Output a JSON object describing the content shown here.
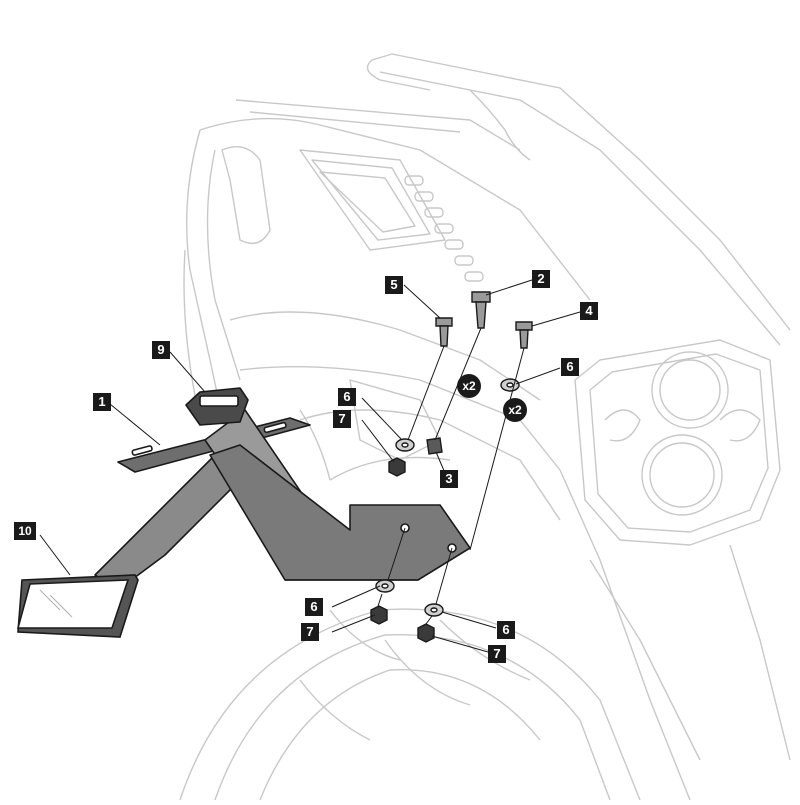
{
  "diagram": {
    "part_callouts": {
      "c1": "1",
      "c2": "2",
      "c3": "3",
      "c4": "4",
      "c5": "5",
      "c6a": "6",
      "c6b": "6",
      "c6c": "6",
      "c6d": "6",
      "c7a": "7",
      "c7b": "7",
      "c7c": "7",
      "c9": "9",
      "c10": "10"
    },
    "quantity_badges": {
      "q1": "x2",
      "q2": "x2"
    },
    "colors": {
      "outline": "#c8c8c8",
      "bracket_fill": "#7a7a7a",
      "bracket_stroke": "#1a1a1a",
      "callout_bg": "#1a1a1a",
      "callout_text": "#ffffff"
    }
  }
}
